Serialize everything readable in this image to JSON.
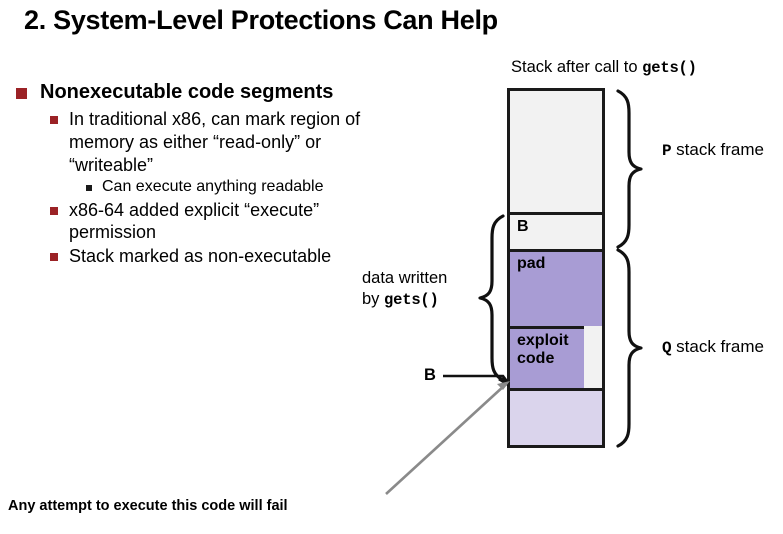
{
  "slide": {
    "title": "2. System-Level Protections Can Help",
    "footnote": "Any attempt to execute this code will fail"
  },
  "bullets": [
    {
      "level": 1,
      "marker": "square-dark-red-large",
      "text": "Nonexecutable code segments"
    },
    {
      "level": 2,
      "marker": "square-dark-red-medium",
      "text": "In traditional x86, can mark region of memory as either “read-only” or “writeable”"
    },
    {
      "level": 3,
      "marker": "square-black-small",
      "text": "Can execute anything readable"
    },
    {
      "level": 2,
      "marker": "square-dark-red-medium",
      "text": "x86-64 added explicit “execute” permission"
    },
    {
      "level": 2,
      "marker": "square-dark-red-medium",
      "text": "Stack marked as non-executable"
    }
  ],
  "diagram": {
    "caption_prefix": "Stack after call to ",
    "caption_code": "gets()",
    "annotation_data_written_line1": "data written",
    "annotation_data_written_line2_prefix": "by ",
    "annotation_data_written_line2_code": "gets()",
    "pointer_label": "B",
    "frames": [
      {
        "name": "P",
        "label": "stack frame",
        "code_name": "P"
      },
      {
        "name": "Q",
        "label": "stack frame",
        "code_name": "Q"
      }
    ],
    "segments": [
      {
        "id": "p-upper",
        "label": "",
        "color": "#f2f2f2"
      },
      {
        "id": "b-slot",
        "label": "B",
        "color": "#f2f2f2"
      },
      {
        "id": "pad",
        "label": "pad",
        "color": "#a89cd4"
      },
      {
        "id": "exploit-code",
        "label": "exploit code",
        "color": "#a89cd4"
      },
      {
        "id": "q-lower",
        "label": "",
        "color": "#dad4ec"
      }
    ]
  },
  "colors": {
    "bullet_accent": "#9B2226",
    "stack_fill_light": "#f2f2f2",
    "stack_fill_purple": "#a89cd4",
    "stack_fill_lavender": "#dad4ec",
    "stroke": "#1a1a1a",
    "arrow_gray": "#8a8a8a"
  }
}
